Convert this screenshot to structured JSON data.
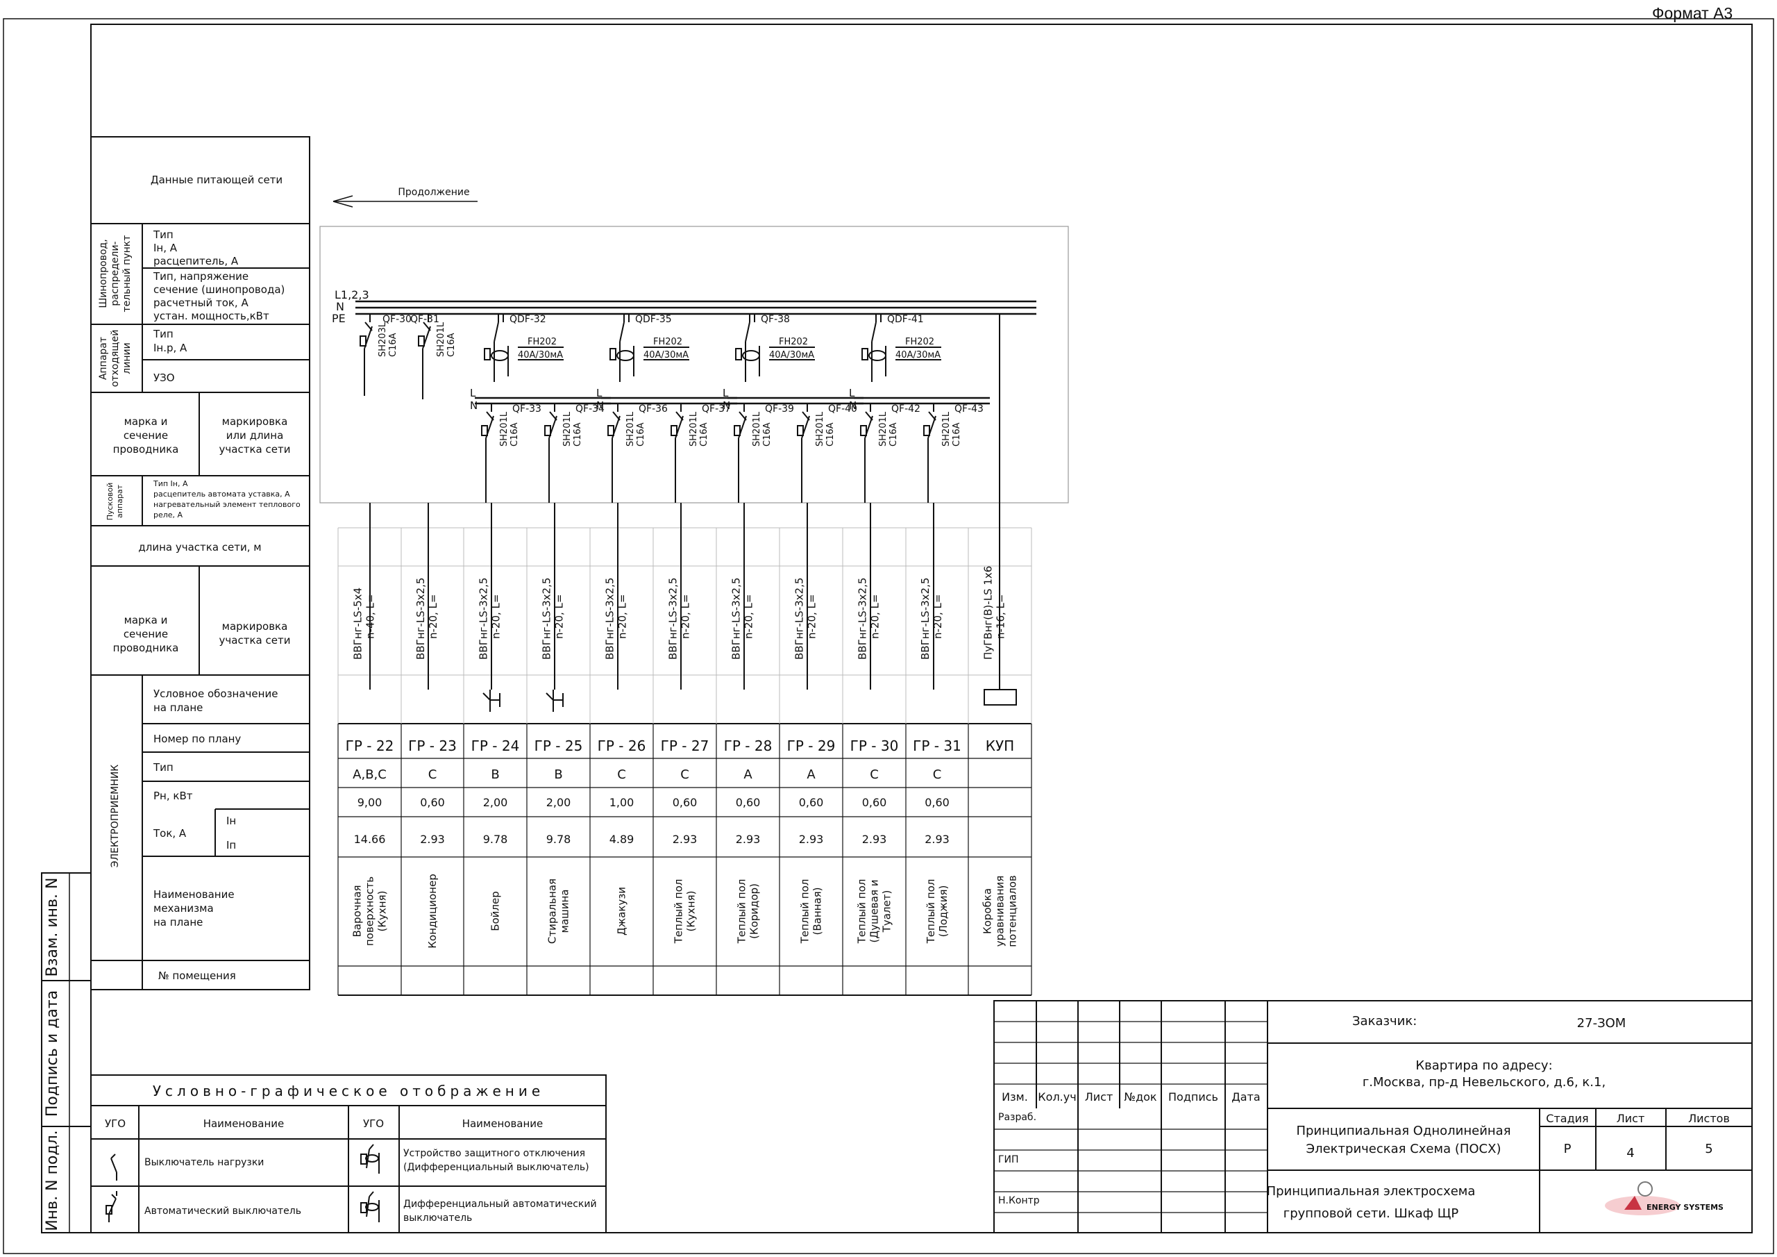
{
  "sheet": {
    "format_label": "Формат А3"
  },
  "stamp": {
    "zam": "Взам. инв. N",
    "podpis": "Подпись и дата",
    "inv": "Инв. N подл."
  },
  "left_table": {
    "supply_data": "Данные питающей сети",
    "busbar_group": [
      "Шинопровод,",
      "распредели-",
      "тельный пункт"
    ],
    "busbar_rows": [
      "Тип",
      "Iн, А",
      "расцепитель, А",
      "Тип, напряжение",
      "сечение (шинопровода)",
      "расчетный ток, А",
      "устан. мощность,кВт"
    ],
    "device_group": [
      "Аппарат",
      "отходящей",
      "линии"
    ],
    "device_rows": [
      "Тип",
      "Iн.р, А",
      "УЗО"
    ],
    "cond_brand": [
      "марка и",
      "сечение",
      "проводника"
    ],
    "cond_marking": [
      "маркировка",
      "или длина",
      "участка сети"
    ],
    "start_group": [
      "Пусковой",
      "аппарат"
    ],
    "start_rows": [
      "Тип Iн, А",
      "расцепитель автомата уставка, А",
      "нагревательный элемент теплового",
      "реле, А"
    ],
    "section_length": "длина участка сети, м",
    "cond_brand2": [
      "марка и",
      "сечение",
      "проводника"
    ],
    "cond_marking2": [
      "маркировка",
      "участка сети"
    ],
    "receiver_group": "ЭЛЕКТРОПРИЕМНИК",
    "plan_symbol": [
      "Условное обозначение",
      "на плане"
    ],
    "plan_number": "Номер по плану",
    "type": "Тип",
    "power": "Рн, кВт",
    "current": "Ток, А",
    "current_in": "Iн",
    "current_ip": "Iп",
    "mech_name": [
      "Наименование",
      "механизма",
      "на плане"
    ],
    "room_no": "№ помещения"
  },
  "schematic": {
    "continuation": "Продолжение",
    "bus_labels": [
      "L1,2,3",
      "N",
      "PE"
    ],
    "upper_devices": [
      {
        "name": "QF-30",
        "spec": [
          "SH203L",
          "C16A"
        ]
      },
      {
        "name": "QF-31",
        "spec": [
          "SH201L",
          "C16A"
        ]
      },
      {
        "name": "QDF-32",
        "spec": [
          "FH202",
          "40A/30мА"
        ]
      },
      {
        "name": "QDF-35",
        "spec": [
          "FH202",
          "40A/30мА"
        ]
      },
      {
        "name": "QF-38",
        "spec": [
          "FH202",
          "40A/30мА"
        ]
      },
      {
        "name": "QDF-41",
        "spec": [
          "FH202",
          "40A/30мА"
        ]
      }
    ],
    "lower_devices": [
      {
        "name": "QF-33",
        "spec": [
          "SH201L",
          "C16A"
        ]
      },
      {
        "name": "QF-34",
        "spec": [
          "SH201L",
          "C16A"
        ]
      },
      {
        "name": "QF-36",
        "spec": [
          "SH201L",
          "C16A"
        ]
      },
      {
        "name": "QF-37",
        "spec": [
          "SH201L",
          "C16A"
        ]
      },
      {
        "name": "QF-39",
        "spec": [
          "SH201L",
          "C16A"
        ]
      },
      {
        "name": "QF-40",
        "spec": [
          "SH201L",
          "C16A"
        ]
      },
      {
        "name": "QF-42",
        "spec": [
          "SH201L",
          "C16A"
        ]
      },
      {
        "name": "QF-43",
        "spec": [
          "SH201L",
          "C16A"
        ]
      }
    ],
    "sub_bus_labels": [
      "L",
      "N"
    ]
  },
  "columns": [
    {
      "cable": "ВВГнг-LS-5х4",
      "len": "n-40, L=",
      "plan": "ГР - 22",
      "type": "А,В,С",
      "power": "9,00",
      "current": "14.66",
      "name": [
        "Варочная",
        "поверхность",
        "(Кухня)"
      ],
      "symbol": ""
    },
    {
      "cable": "ВВГнг-LS-3х2,5",
      "len": "n-20, L=",
      "plan": "ГР - 23",
      "type": "С",
      "power": "0,60",
      "current": "2.93",
      "name": [
        "Кондиционер"
      ],
      "symbol": ""
    },
    {
      "cable": "ВВГнг-LS-3х2,5",
      "len": "n-20, L=",
      "plan": "ГР - 24",
      "type": "В",
      "power": "2,00",
      "current": "9.78",
      "name": [
        "Бойлер"
      ],
      "symbol": "socket"
    },
    {
      "cable": "ВВГнг-LS-3х2,5",
      "len": "n-20, L=",
      "plan": "ГР - 25",
      "type": "В",
      "power": "2,00",
      "current": "9.78",
      "name": [
        "Стиральная",
        "машина"
      ],
      "symbol": "socket"
    },
    {
      "cable": "ВВГнг-LS-3х2,5",
      "len": "n-20, L=",
      "plan": "ГР - 26",
      "type": "С",
      "power": "1,00",
      "current": "4.89",
      "name": [
        "Джакузи"
      ],
      "symbol": ""
    },
    {
      "cable": "ВВГнг-LS-3х2,5",
      "len": "n-20, L=",
      "plan": "ГР - 27",
      "type": "С",
      "power": "0,60",
      "current": "2.93",
      "name": [
        "Теплый пол",
        "(Кухня)"
      ],
      "symbol": ""
    },
    {
      "cable": "ВВГнг-LS-3х2,5",
      "len": "n-20, L=",
      "plan": "ГР - 28",
      "type": "А",
      "power": "0,60",
      "current": "2.93",
      "name": [
        "Теплый пол",
        "(Коридор)"
      ],
      "symbol": ""
    },
    {
      "cable": "ВВГнг-LS-3х2,5",
      "len": "n-20, L=",
      "plan": "ГР - 29",
      "type": "А",
      "power": "0,60",
      "current": "2.93",
      "name": [
        "Теплый пол",
        "(Ванная)"
      ],
      "symbol": ""
    },
    {
      "cable": "ВВГнг-LS-3х2,5",
      "len": "n-20, L=",
      "plan": "ГР - 30",
      "type": "С",
      "power": "0,60",
      "current": "2.93",
      "name": [
        "Теплый пол",
        "(Душевая и",
        "Туалет)"
      ],
      "symbol": ""
    },
    {
      "cable": "ВВГнг-LS-3х2,5",
      "len": "n-20, L=",
      "plan": "ГР - 31",
      "type": "С",
      "power": "0,60",
      "current": "2.93",
      "name": [
        "Теплый пол",
        "(Лоджия)"
      ],
      "symbol": ""
    },
    {
      "cable": "ПуГВнг(В)-LS 1х6",
      "len": "n-16, L=",
      "plan": "КУП",
      "type": "",
      "power": "",
      "current": "",
      "name": [
        "Коробка",
        "уравнивания",
        "потенциалов"
      ],
      "symbol": "box"
    }
  ],
  "legend": {
    "title": "Условно-графическое отображение",
    "col_ugo": "УГО",
    "col_name": "Наименование",
    "items": [
      {
        "name": "Выключатель нагрузки"
      },
      {
        "name": "Автоматический выключатель"
      },
      {
        "name": "Устройство защитного отключения (Дифференциальный выключатель)"
      },
      {
        "name": "Дифференциальный автоматический выключатель"
      }
    ],
    "text_color": "#5a4a8a"
  },
  "title_block": {
    "headers": [
      "Изм.",
      "Кол.уч",
      "Лист",
      "№док",
      "Подпись",
      "Дата"
    ],
    "roles": [
      "Разраб.",
      "ГИП",
      "Н.Контр"
    ],
    "customer_label": "Заказчик:",
    "customer_value": "27-ЗОМ",
    "object_line1": "Квартира по адресу:",
    "object_line2": "г.Москва, пр-д Невельского, д.6, к.1,",
    "doc_title1": "Принципиальная Однолинейная",
    "doc_title2": "Электрическая Схема (ПОСХ)",
    "stage_label": "Стадия",
    "sheet_label": "Лист",
    "sheets_label": "Листов",
    "stage": "Р",
    "sheet": "4",
    "sheets": "5",
    "sheet_title1": "Принципиальная электросхема",
    "sheet_title2": "групповой сети. Шкаф ЩР",
    "logo_text": "ENERGY SYSTEMS",
    "logo_color": "#c0182a"
  }
}
